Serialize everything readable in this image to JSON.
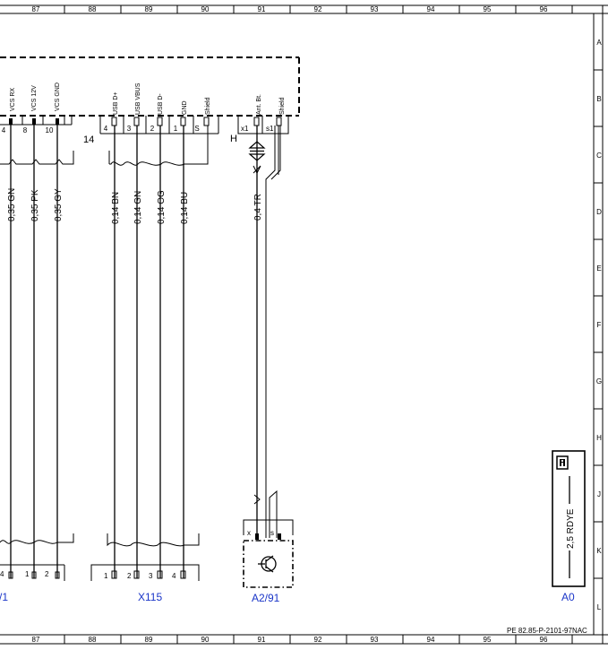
{
  "grid": {
    "columns": [
      "87",
      "88",
      "89",
      "90",
      "91",
      "92",
      "93",
      "94",
      "95",
      "96"
    ],
    "rows": [
      "A",
      "B",
      "C",
      "D",
      "E",
      "F",
      "G",
      "H",
      "J",
      "K",
      "L"
    ]
  },
  "left_module": {
    "pins": [
      {
        "name": "VCS RX",
        "number": "4"
      },
      {
        "name": "VCS 12V",
        "number": "8"
      },
      {
        "name": "VCS GND",
        "number": "10"
      }
    ],
    "wires": [
      "0,35 GN",
      "0,35 PK",
      "0,35 GY"
    ],
    "bottom_pins": [
      "4",
      "1",
      "2"
    ],
    "label_fragment": "/1"
  },
  "usb_connector": {
    "number": "14",
    "pins": [
      {
        "name": "USB D+",
        "number": "4"
      },
      {
        "name": "USB VBUS",
        "number": "3"
      },
      {
        "name": "USB D-",
        "number": "2"
      },
      {
        "name": "GND",
        "number": "1"
      },
      {
        "name": "Shield",
        "number": "S"
      }
    ],
    "wires": [
      "0,14 BN",
      "0,14 GN",
      "0,14 OG",
      "0,14 BU"
    ],
    "bottom_pins": [
      "1",
      "2",
      "3",
      "4"
    ],
    "label": "X115"
  },
  "antenna_connector": {
    "letter": "H",
    "pins": [
      {
        "name": "Ant. Bt.",
        "number": "x1"
      },
      {
        "name": "Shield",
        "number": "s1"
      }
    ],
    "wire": "0,4 TR",
    "bottom_pins": [
      "x",
      "s"
    ],
    "label": "A2/91"
  },
  "ground_point": {
    "info_icon": "info-icon",
    "wire": "2,5 RDYE",
    "label": "A0"
  },
  "footer": {
    "doc_id": "PE 82.85-P-2101-97NAC"
  },
  "colors": {
    "line": "#000000",
    "component_label": "#1a35c8"
  }
}
